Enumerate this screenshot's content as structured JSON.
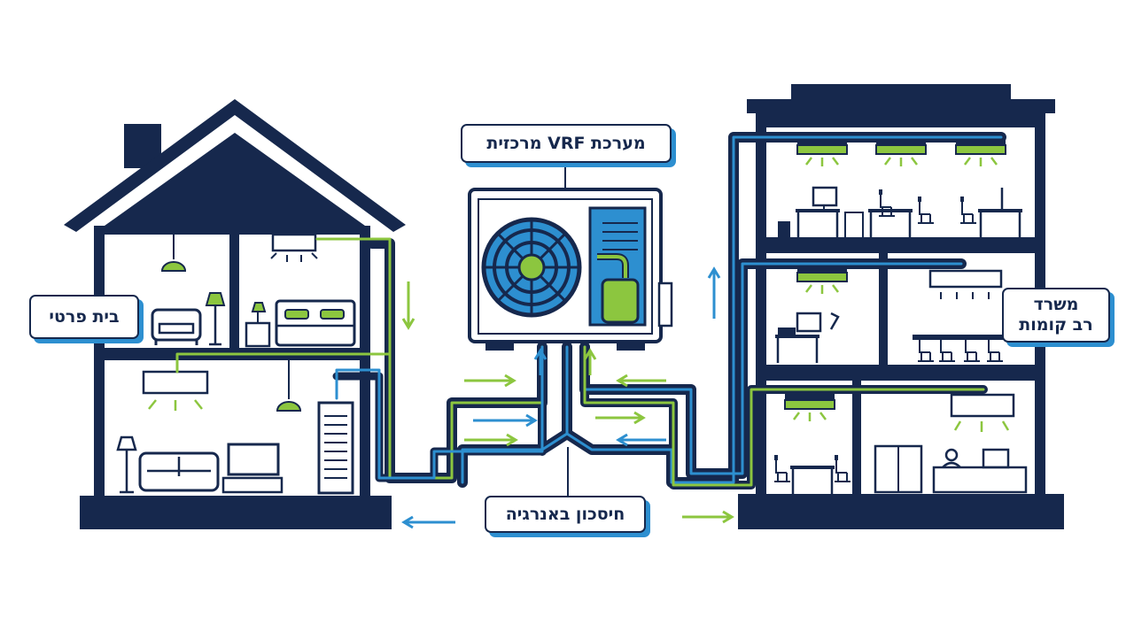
{
  "labels": {
    "central_unit": "מערכת VRF מרכזית",
    "private_house": "בית פרטי",
    "office_line1": "משרד",
    "office_line2": "רב קומות",
    "energy_saving": "חיסכון באנרגיה"
  },
  "colors": {
    "navy": "#16284d",
    "blue": "#2d8fd0",
    "green": "#8cc63f",
    "white": "#ffffff"
  },
  "icons": [
    "house-icon",
    "office-building-icon",
    "outdoor-unit-icon",
    "fan-icon",
    "compressor-icon",
    "ac-wall-unit-icon",
    "ceiling-cassette-icon",
    "sofa-icon",
    "bed-icon",
    "tv-icon",
    "lamp-icon",
    "desk-icon",
    "chair-icon",
    "flow-arrow-icon"
  ]
}
